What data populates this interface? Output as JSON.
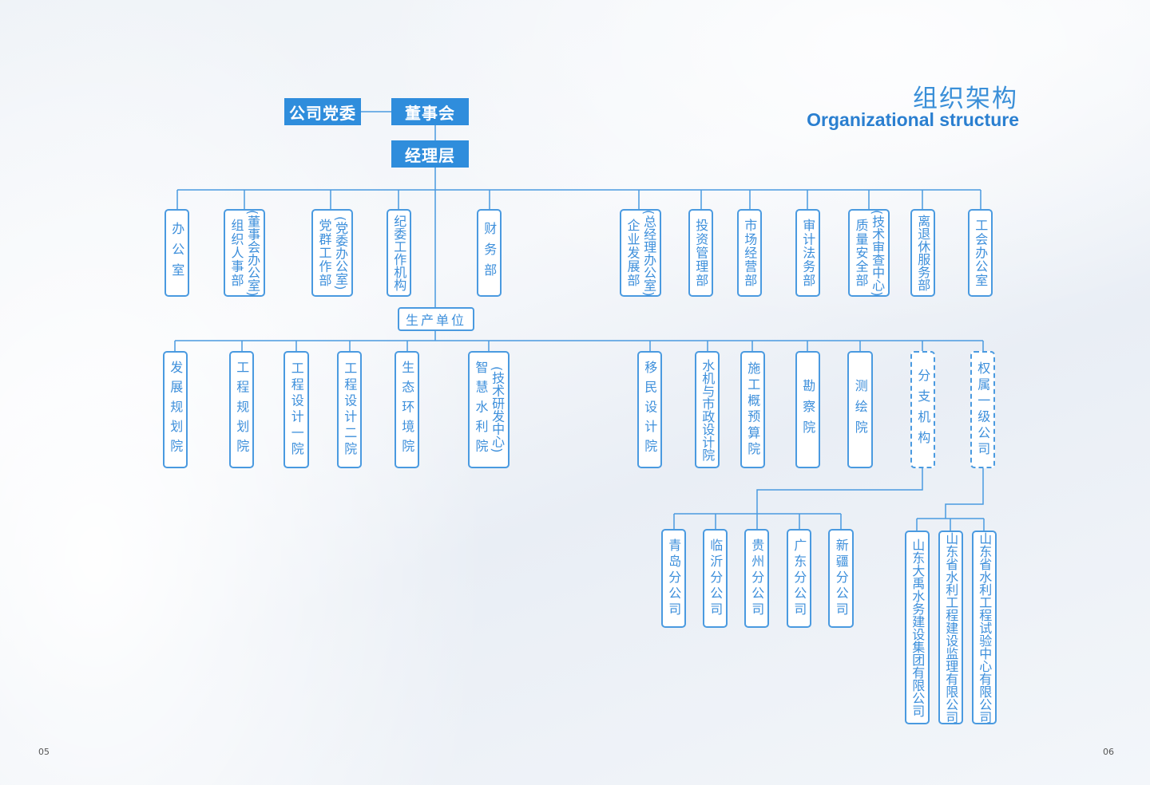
{
  "header": {
    "title": "组织架构",
    "subtitle": "Organizational structure"
  },
  "top": {
    "party_committee": "公司党委",
    "board": "董事会",
    "management": "经理层",
    "production": "生产单位"
  },
  "departments": [
    {
      "name": "办公室"
    },
    {
      "name": "组织人事部",
      "note": "(董事会办公室)"
    },
    {
      "name": "党群工作部",
      "note": "(党委办公室)"
    },
    {
      "name": "纪委工作机构"
    },
    {
      "name": "财务部"
    },
    {
      "name": "企业发展部",
      "note": "(总经理办公室)"
    },
    {
      "name": "投资管理部"
    },
    {
      "name": "市场经营部"
    },
    {
      "name": "审计法务部"
    },
    {
      "name": "质量安全部",
      "note": "(技术审查中心)"
    },
    {
      "name": "离退休服务部"
    },
    {
      "name": "工会办公室"
    }
  ],
  "units": [
    {
      "name": "发展规划院"
    },
    {
      "name": "工程规划院"
    },
    {
      "name": "工程设计一院"
    },
    {
      "name": "工程设计二院"
    },
    {
      "name": "生态环境院"
    },
    {
      "name": "智慧水利院",
      "note": "(技术研发中心)"
    },
    {
      "name": "移民设计院"
    },
    {
      "name": "水机与市政设计院"
    },
    {
      "name": "施工概预算院"
    },
    {
      "name": "勘察院"
    },
    {
      "name": "测绘院"
    },
    {
      "name": "分支机构"
    },
    {
      "name": "权属一级公司"
    }
  ],
  "branches": [
    {
      "name": "青岛分公司"
    },
    {
      "name": "临沂分公司"
    },
    {
      "name": "贵州分公司"
    },
    {
      "name": "广东分公司"
    },
    {
      "name": "新疆分公司"
    }
  ],
  "subsidiaries": [
    {
      "name": "山东大禹水务建设集团有限公司"
    },
    {
      "name": "山东省水利工程建设监理有限公司"
    },
    {
      "name": "山东省水利工程试验中心有限公司"
    }
  ],
  "footer": {
    "page_left": "05",
    "page_right": "06"
  },
  "colors": {
    "accent": "#2f8ddc",
    "line": "#4a9ae0"
  }
}
